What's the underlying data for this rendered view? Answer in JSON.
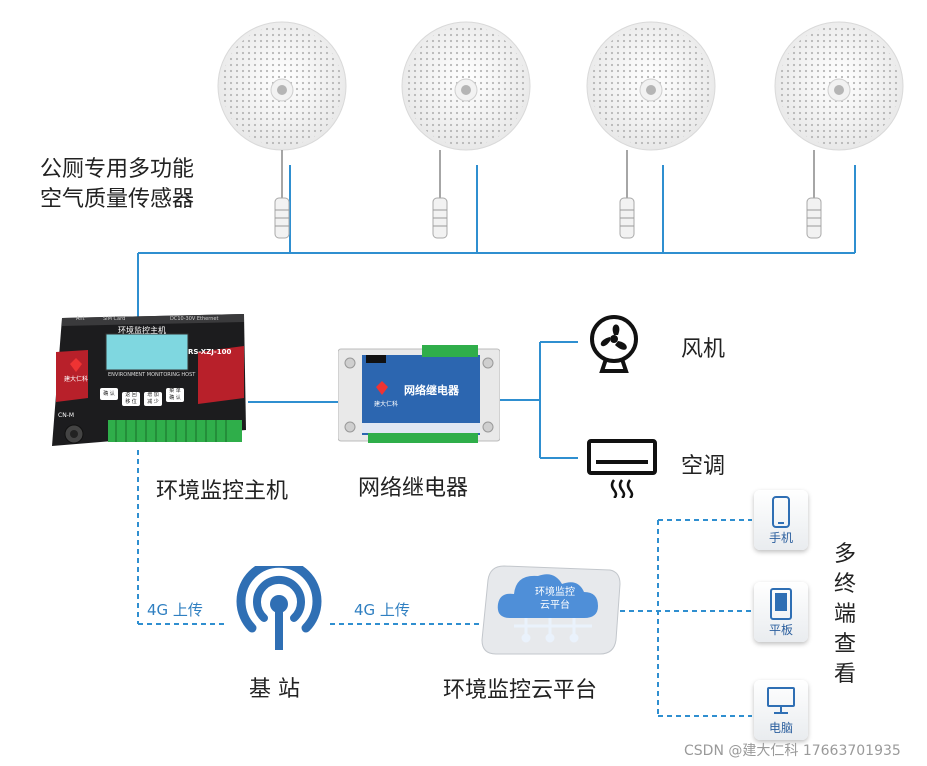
{
  "sensor_label_line1": "公厕专用多功能",
  "sensor_label_line2": "空气质量传感器",
  "host": {
    "label": "环境监控主机",
    "panel_title": "环境监控主机",
    "model": "RS-XZJ-100",
    "brand": "建大仁科",
    "sub": "ENVIRONMENT MONITORING HOST",
    "corner": "CN-M",
    "top_left": "Ant",
    "top_mid": "SIM Card",
    "top_right": "DC10-30V Ethernet",
    "btn1": "确 认",
    "btn2": "返 回\n移 位",
    "btn3": "增 加\n减 少",
    "btn4": "菜 单\n确 认"
  },
  "relay": {
    "label": "网络继电器",
    "panel_title": "网络继电器",
    "brand": "建大仁科"
  },
  "fan": {
    "label": "风机"
  },
  "ac": {
    "label": "空调"
  },
  "base_station": {
    "label": "基 站"
  },
  "cloud": {
    "label": "环境监控云平台",
    "inner_line1": "环境监控",
    "inner_line2": "云平台"
  },
  "upload_left": "4G 上传",
  "upload_right": "4G 上传",
  "terminals": [
    {
      "label": "手机"
    },
    {
      "label": "平板"
    },
    {
      "label": "电脑"
    }
  ],
  "multi_terminal": [
    "多",
    "终",
    "端",
    "查",
    "看"
  ],
  "watermark": "CSDN @建大仁科 17663701935",
  "colors": {
    "line": "#2f8fd0",
    "accent_blue": "#2f7fc1",
    "device_dark": "#1c1c1e",
    "host_red": "#b8202a",
    "relay_blue": "#2c66b0",
    "terminal_green": "#2fae4a",
    "cloud_blue": "#4f8fd8"
  }
}
